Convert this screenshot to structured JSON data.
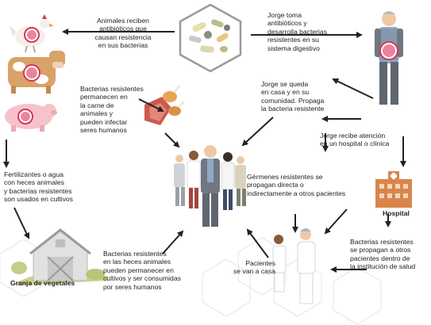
{
  "labels": {
    "animals_receive": "Animales reciben\nantibióticos que\ncausan resistencia\nen sus bacterias",
    "jorge_takes": "Jorge toma\nantibióticos y\ndesarrolla bacterias\nresistentes en su\nsistema digestivo",
    "meat_bacteria": "Bacterias resistentes\npermanecen en\nla carne de\nanimales y\npueden infectar\nseres humanos",
    "jorge_stays": "Jorge se queda\nen casa y en su\ncomunidad. Propaga\nla bacteria resistente",
    "jorge_care": "Jorge recibe atención\nen un hospital o clínica",
    "fertilizers": "Fertilizantes o agua\ncon heces animales\ny bacterias resistentes\nson usados en cultivos",
    "germs_spread": "Gérmenes resistentes se\npropagan directa o\nindirectamente a otros pacientes",
    "hospital": "Hospital",
    "farm": "Granja de vegetales",
    "feces_bacteria": "Bacterias resistentes\nen las heces animales\npueden permanecer en\ncultivos y ser consumidas\npor seres humanos",
    "patients_home": "Pacientes\nse van a casa",
    "hospital_spread": "Bacterias resistentes\nse propagan a otros\npacientes dentro de\nla institución de salud"
  },
  "colors": {
    "text": "#1e1e1e",
    "arrow": "#222222",
    "hexagon": "#999999",
    "bacteria": "#d9345a",
    "hospital": "#d9854a",
    "suit": "#6f7780",
    "skin": "#efc9a6"
  },
  "icons": [
    "pills-icon",
    "chicken-icon",
    "cow-icon",
    "pig-icon",
    "meat-icon",
    "jorge-figure",
    "crowd-icon",
    "hospital-icon",
    "barn-icon",
    "patients-icon"
  ]
}
